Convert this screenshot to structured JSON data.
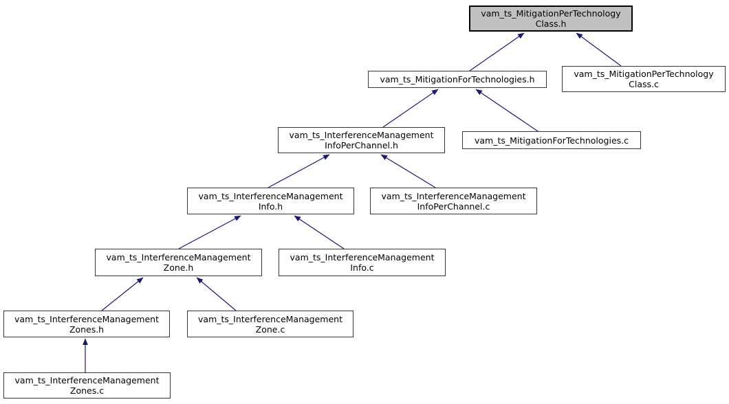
{
  "diagram": {
    "kind": "included-by-dependency-graph",
    "arrow_color": "#191970",
    "node_fill": "#ffffff",
    "highlight_fill": "#c0c0c0",
    "nodes": [
      {
        "id": "vam_ts_mitigation_per_technology_class_h",
        "lines": [
          "vam_ts_MitigationPerTechnology",
          "Class.h"
        ],
        "highlighted": true
      },
      {
        "id": "vam_ts_mitigation_for_technologies_h",
        "lines": [
          "vam_ts_MitigationForTechnologies.h"
        ],
        "highlighted": false
      },
      {
        "id": "vam_ts_mitigation_per_technology_class_c",
        "lines": [
          "vam_ts_MitigationPerTechnology",
          "Class.c"
        ],
        "highlighted": false
      },
      {
        "id": "vam_ts_interference_management_info_per_channel_h",
        "lines": [
          "vam_ts_InterferenceManagement",
          "InfoPerChannel.h"
        ],
        "highlighted": false
      },
      {
        "id": "vam_ts_mitigation_for_technologies_c",
        "lines": [
          "vam_ts_MitigationForTechnologies.c"
        ],
        "highlighted": false
      },
      {
        "id": "vam_ts_interference_management_info_h",
        "lines": [
          "vam_ts_InterferenceManagement",
          "Info.h"
        ],
        "highlighted": false
      },
      {
        "id": "vam_ts_interference_management_info_per_channel_c",
        "lines": [
          "vam_ts_InterferenceManagement",
          "InfoPerChannel.c"
        ],
        "highlighted": false
      },
      {
        "id": "vam_ts_interference_management_zone_h",
        "lines": [
          "vam_ts_InterferenceManagement",
          "Zone.h"
        ],
        "highlighted": false
      },
      {
        "id": "vam_ts_interference_management_info_c",
        "lines": [
          "vam_ts_InterferenceManagement",
          "Info.c"
        ],
        "highlighted": false
      },
      {
        "id": "vam_ts_interference_management_zones_h",
        "lines": [
          "vam_ts_InterferenceManagement",
          "Zones.h"
        ],
        "highlighted": false
      },
      {
        "id": "vam_ts_interference_management_zone_c",
        "lines": [
          "vam_ts_InterferenceManagement",
          "Zone.c"
        ],
        "highlighted": false
      },
      {
        "id": "vam_ts_interference_management_zones_c",
        "lines": [
          "vam_ts_InterferenceManagement",
          "Zones.c"
        ],
        "highlighted": false
      }
    ],
    "edges": [
      {
        "from": "vam_ts_mitigation_for_technologies_h",
        "to": "vam_ts_mitigation_per_technology_class_h"
      },
      {
        "from": "vam_ts_mitigation_per_technology_class_c",
        "to": "vam_ts_mitigation_per_technology_class_h"
      },
      {
        "from": "vam_ts_interference_management_info_per_channel_h",
        "to": "vam_ts_mitigation_for_technologies_h"
      },
      {
        "from": "vam_ts_mitigation_for_technologies_c",
        "to": "vam_ts_mitigation_for_technologies_h"
      },
      {
        "from": "vam_ts_interference_management_info_h",
        "to": "vam_ts_interference_management_info_per_channel_h"
      },
      {
        "from": "vam_ts_interference_management_info_per_channel_c",
        "to": "vam_ts_interference_management_info_per_channel_h"
      },
      {
        "from": "vam_ts_interference_management_zone_h",
        "to": "vam_ts_interference_management_info_h"
      },
      {
        "from": "vam_ts_interference_management_info_c",
        "to": "vam_ts_interference_management_info_h"
      },
      {
        "from": "vam_ts_interference_management_zones_h",
        "to": "vam_ts_interference_management_zone_h"
      },
      {
        "from": "vam_ts_interference_management_zone_c",
        "to": "vam_ts_interference_management_zone_h"
      },
      {
        "from": "vam_ts_interference_management_zones_c",
        "to": "vam_ts_interference_management_zones_h"
      }
    ]
  }
}
